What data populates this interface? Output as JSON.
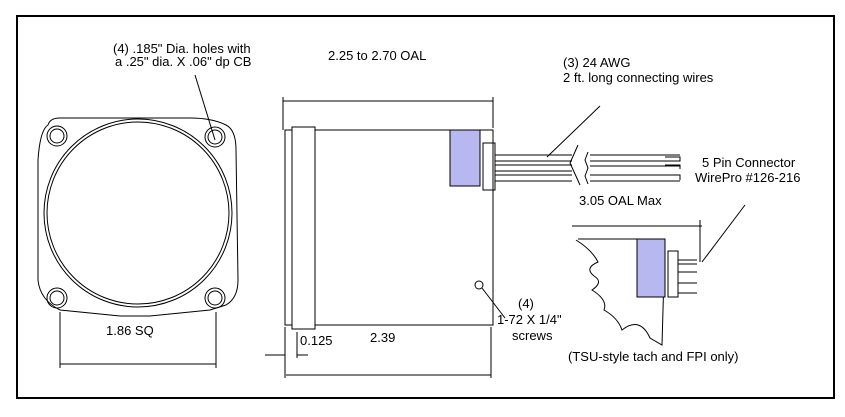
{
  "labels": {
    "holes_line1": "(4) .185\" Dia. holes with",
    "holes_line2": "a .25\" dia. X .06\" dp CB",
    "oal": "2.25 to 2.70 OAL",
    "wires_line1": "(3) 24 AWG",
    "wires_line2": "2 ft. long connecting wires",
    "connector_line1": "5 Pin Connector",
    "connector_line2": "WirePro #126-216",
    "oal_max": "3.05 OAL Max",
    "square": "1.86 SQ",
    "flange": "0.125",
    "body_len": "2.39",
    "screws_line1": "(4)",
    "screws_line2": "1-72 X 1/4\"",
    "screws_line3": "screws",
    "caption": "(TSU-style tach and FPI only)"
  },
  "colors": {
    "block": "#b8b8f0"
  }
}
